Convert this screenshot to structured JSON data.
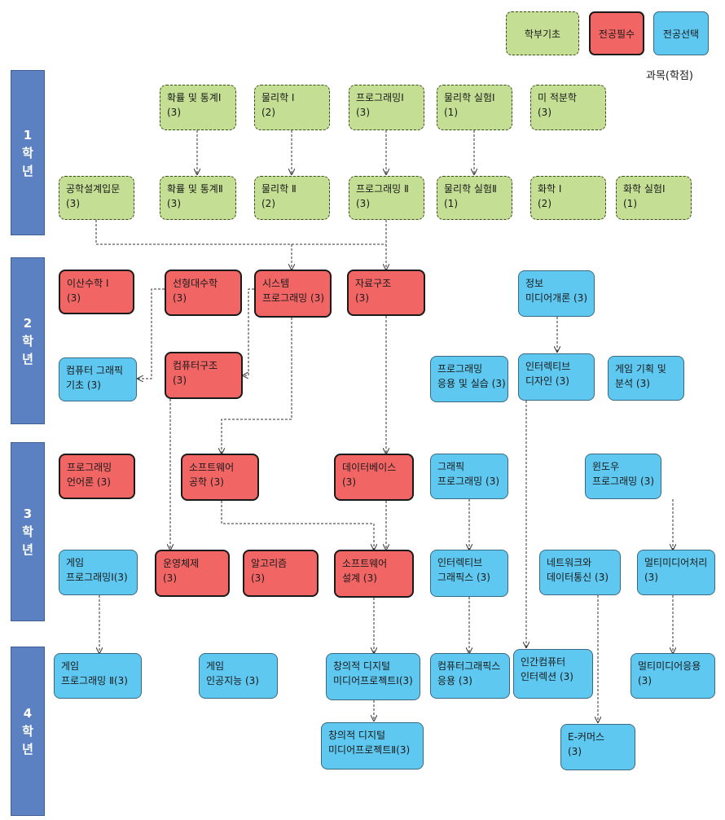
{
  "legend": {
    "basic": "학부기초",
    "major_required": "전공필수",
    "major_elective": "전공선택",
    "caption": "과목(학점)"
  },
  "years": [
    {
      "num": "1",
      "c1": "학",
      "c2": "년"
    },
    {
      "num": "2",
      "c1": "학",
      "c2": "년"
    },
    {
      "num": "3",
      "c1": "학",
      "c2": "년"
    },
    {
      "num": "4",
      "c1": "학",
      "c2": "년"
    }
  ],
  "courses": {
    "prob1": {
      "name": "확률 및 통계Ⅰ",
      "credit": "(3)",
      "category": "basic"
    },
    "phys1": {
      "name": "물리학 Ⅰ",
      "credit": "(2)",
      "category": "basic"
    },
    "prog1": {
      "name": "프로그래밍Ⅰ",
      "credit": "(3)",
      "category": "basic"
    },
    "physlab1": {
      "name": "물리학 실험Ⅰ",
      "credit": "(1)",
      "category": "basic"
    },
    "calc": {
      "name": "미 적분학",
      "credit": "(3)",
      "category": "basic"
    },
    "engdesign": {
      "name": "공학설계입문",
      "credit": "(3)",
      "category": "basic"
    },
    "prob2": {
      "name": "확률 및 통계Ⅱ",
      "credit": "(3)",
      "category": "basic"
    },
    "phys2": {
      "name": "물리학 Ⅱ",
      "credit": "(2)",
      "category": "basic"
    },
    "prog2": {
      "name": "프로그래밍 Ⅱ",
      "credit": "(3)",
      "category": "basic"
    },
    "physlab2": {
      "name": "물리학 실험Ⅱ",
      "credit": "(1)",
      "category": "basic"
    },
    "chem1": {
      "name": "화학 Ⅰ",
      "credit": "(2)",
      "category": "basic"
    },
    "chemlab1": {
      "name": "화학 실험Ⅰ",
      "credit": "(1)",
      "category": "basic"
    },
    "discrete": {
      "name": "이산수학 Ⅰ",
      "credit": "(3)",
      "category": "major_required"
    },
    "linalg": {
      "name": "선형대수학",
      "credit": "(3)",
      "category": "major_required"
    },
    "sysprog": {
      "name": "시스템",
      "name2": "프로그래밍 (3)",
      "category": "major_required"
    },
    "datastruct": {
      "name": "자료구조",
      "credit": "(3)",
      "category": "major_required"
    },
    "infomedia": {
      "name": "정보",
      "name2": "미디어개론 (3)",
      "category": "major_elective"
    },
    "cgbasic": {
      "name": "컴퓨터 그래픽",
      "name2": "기초 (3)",
      "category": "major_elective"
    },
    "comparch": {
      "name": "컴퓨터구조",
      "credit": "(3)",
      "category": "major_required"
    },
    "progapp": {
      "name": "프로그래밍",
      "name2": "응용 및 실습 (3)",
      "category": "major_elective"
    },
    "interdesign": {
      "name": "인터렉티브",
      "name2": "디자인 (3)",
      "category": "major_elective"
    },
    "gameplan": {
      "name": "게임 기획 및",
      "name2": "분석 (3)",
      "category": "major_elective"
    },
    "proglang": {
      "name": "프로그래밍",
      "name2": "언어론 (3)",
      "category": "major_required"
    },
    "sweng": {
      "name": "소프트웨어",
      "name2": "공학 (3)",
      "category": "major_required"
    },
    "database": {
      "name": "데이터베이스",
      "credit": "(3)",
      "category": "major_required"
    },
    "graphprog": {
      "name": "그래픽",
      "name2": "프로그래밍 (3)",
      "category": "major_elective"
    },
    "winprog": {
      "name": "윈도우",
      "name2": "프로그래밍 (3)",
      "category": "major_elective"
    },
    "gameprog1": {
      "name": "게임",
      "name2": "프로그래밍Ⅰ(3)",
      "category": "major_elective"
    },
    "os": {
      "name": "운영체제",
      "credit": "(3)",
      "category": "major_required"
    },
    "algo": {
      "name": "알고리즘",
      "credit": "(3)",
      "category": "major_required"
    },
    "swdesign": {
      "name": "소프트웨어",
      "name2": "설계 (3)",
      "category": "major_required"
    },
    "intergraphics": {
      "name": "인터렉티브",
      "name2": "그래픽스 (3)",
      "category": "major_elective"
    },
    "network": {
      "name": "네트워크와",
      "name2": "데이터통신 (3)",
      "category": "major_elective"
    },
    "multimedia": {
      "name": "멀티미디어처리",
      "credit": "(3)",
      "category": "major_elective"
    },
    "gameprog2": {
      "name": "게임",
      "name2": "프로그래밍 Ⅱ(3)",
      "category": "major_elective"
    },
    "gameai": {
      "name": "게임",
      "name2": "인공지능 (3)",
      "category": "major_elective"
    },
    "creative1": {
      "name": "창의적 디지털",
      "name2": "미디어프로젝트Ⅰ(3)",
      "category": "major_elective"
    },
    "cgapp": {
      "name": "컴퓨터그래픽스",
      "name2": "응용 (3)",
      "category": "major_elective"
    },
    "hci": {
      "name": "인간컴퓨터",
      "name2": "인터렉션 (3)",
      "category": "major_elective"
    },
    "mmapp": {
      "name": "멀티미디어응용",
      "credit": "(3)",
      "category": "major_elective"
    },
    "creative2": {
      "name": "창의적 디지털",
      "name2": "미디어프로젝트Ⅱ(3)",
      "category": "major_elective"
    },
    "ecommerce": {
      "name": "E-커머스",
      "credit": "(3)",
      "category": "major_elective"
    }
  }
}
